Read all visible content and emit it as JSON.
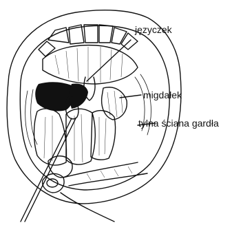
{
  "labels": {
    "uvula": "języczek",
    "tonsil": "migdałek",
    "pharynx_wall": "tylna ściana gardła"
  }
}
